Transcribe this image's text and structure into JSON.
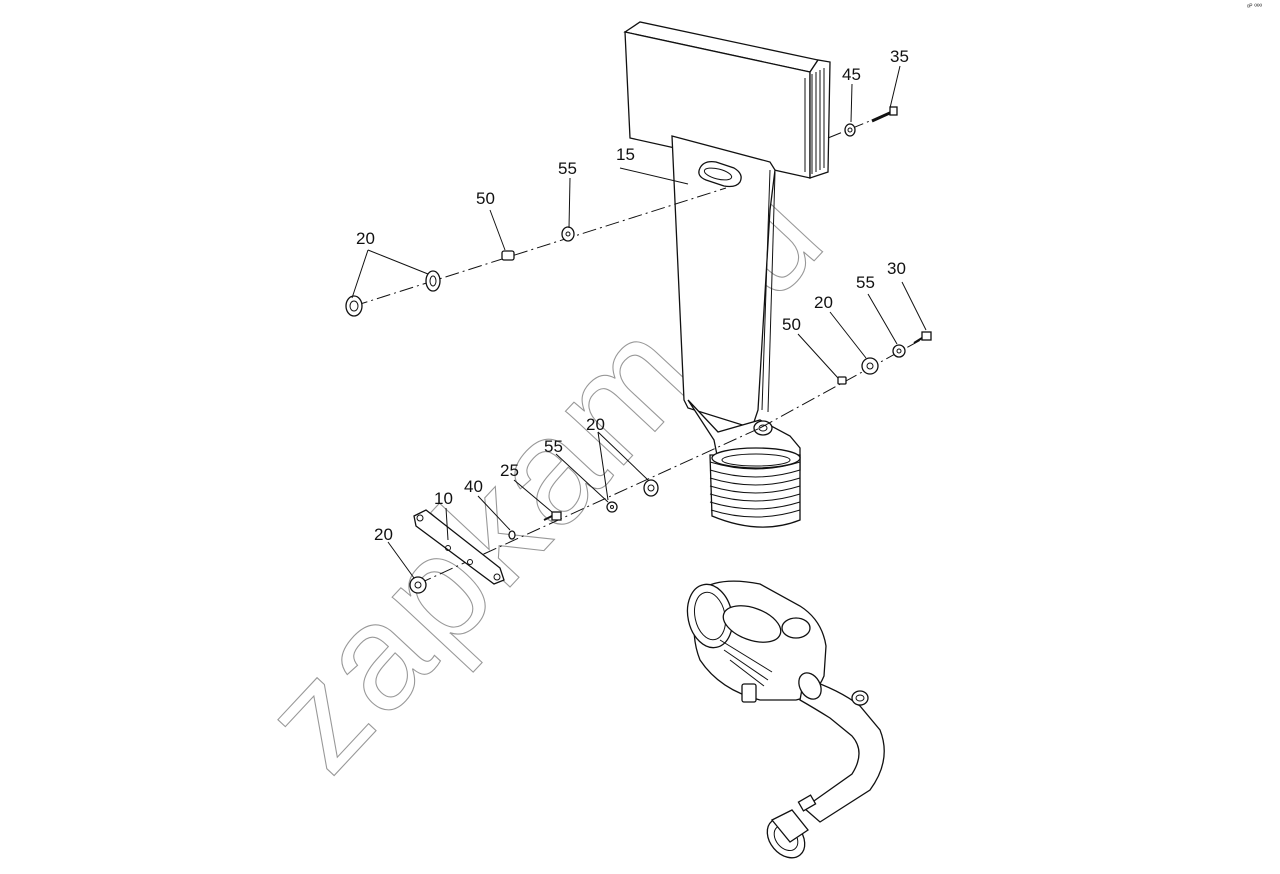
{
  "corner_mark": "ᵒᴾ ººº",
  "watermark": "zapkam.ru",
  "callouts": {
    "c15": "15",
    "c35": "35",
    "c45": "45",
    "c55a": "55",
    "c50a": "50",
    "c20a": "20",
    "c55b": "55",
    "c30": "30",
    "c20b": "20",
    "c50b": "50",
    "c20c": "20",
    "c55c": "55",
    "c25": "25",
    "c40": "40",
    "c10": "10",
    "c20d": "20"
  }
}
